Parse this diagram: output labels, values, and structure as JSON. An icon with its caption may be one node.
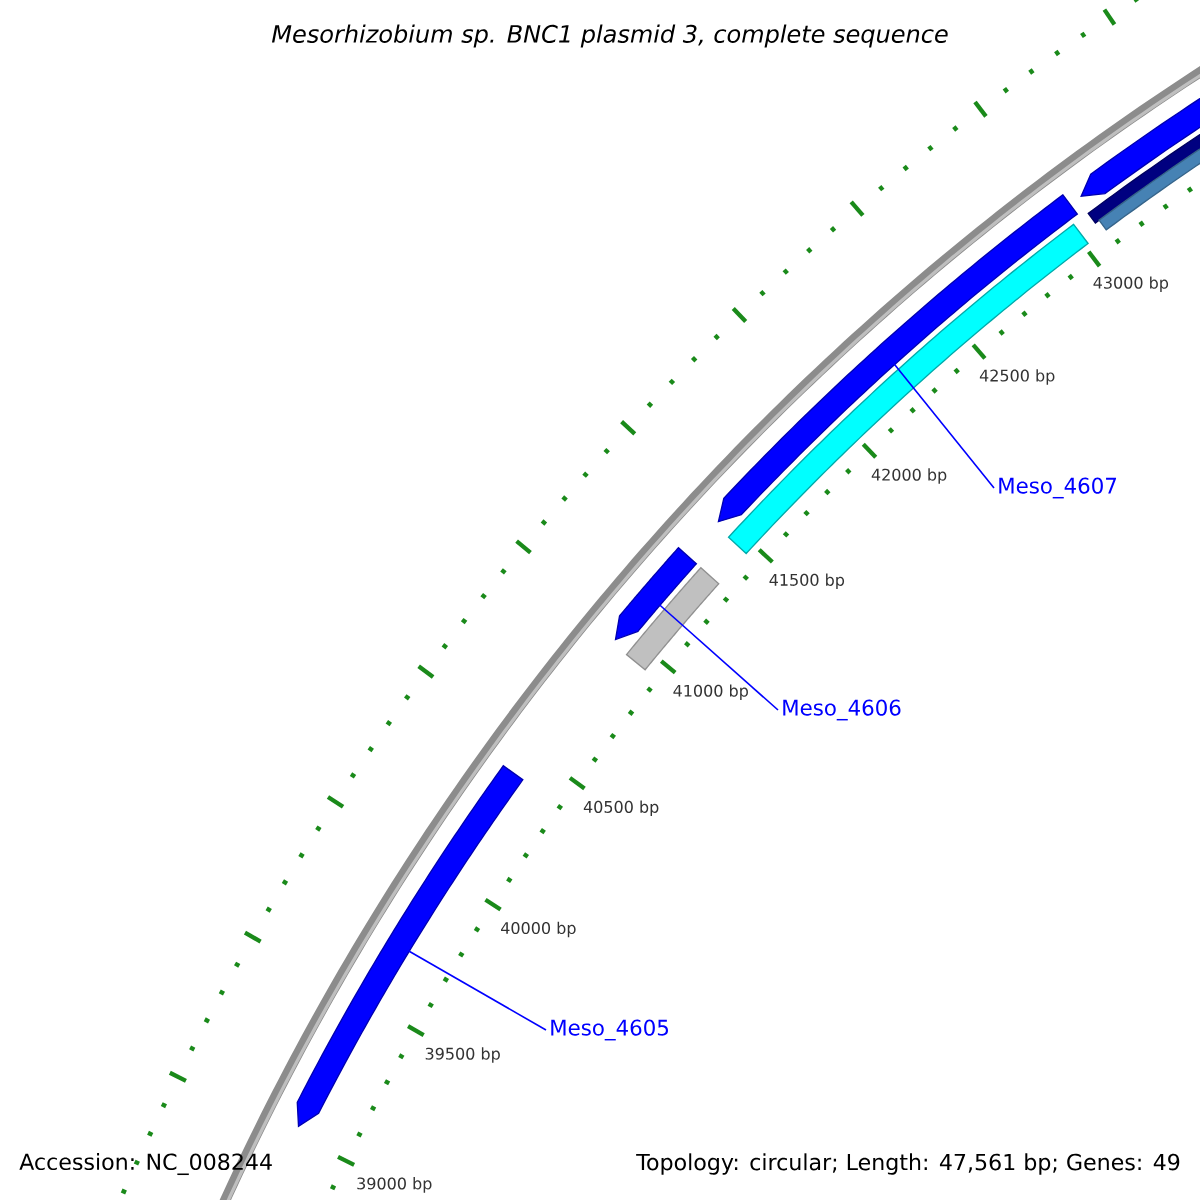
{
  "diagram": {
    "title": "Mesorhizobium sp. BNC1 plasmid 3, complete sequence",
    "nodes": [
      {
        "text": [
          "Meso_4607"
        ]
      },
      {
        "text": [
          "Meso_4606"
        ]
      },
      {
        "text": [
          "Meso_4605"
        ]
      },
      {
        "text": [],
        "shape": "arrow"
      },
      {
        "text": [],
        "shape": "bar"
      },
      {
        "text": [],
        "shape": "bar"
      },
      {
        "text": [],
        "shape": "arrow"
      },
      {
        "text": [],
        "shape": "bar"
      },
      {
        "text": [],
        "shape": "arrow"
      },
      {
        "text": [],
        "shape": "bar"
      },
      {
        "text": [],
        "shape": "arrow"
      }
    ],
    "edges": [
      {
        "from": 0,
        "to": 6,
        "arrow": "none"
      },
      {
        "from": 1,
        "to": 8,
        "arrow": "none"
      },
      {
        "from": 2,
        "to": 10,
        "arrow": "none"
      }
    ],
    "labels": [
      "43000 bp",
      "42500 bp",
      "42000 bp",
      "41500 bp",
      "41000 bp",
      "40500 bp",
      "40000 bp",
      "39500 bp",
      "39000 bp",
      "Accession: NC_008244",
      "Topology: circular; Length: 47,561 bp; Genes: 49"
    ]
  }
}
